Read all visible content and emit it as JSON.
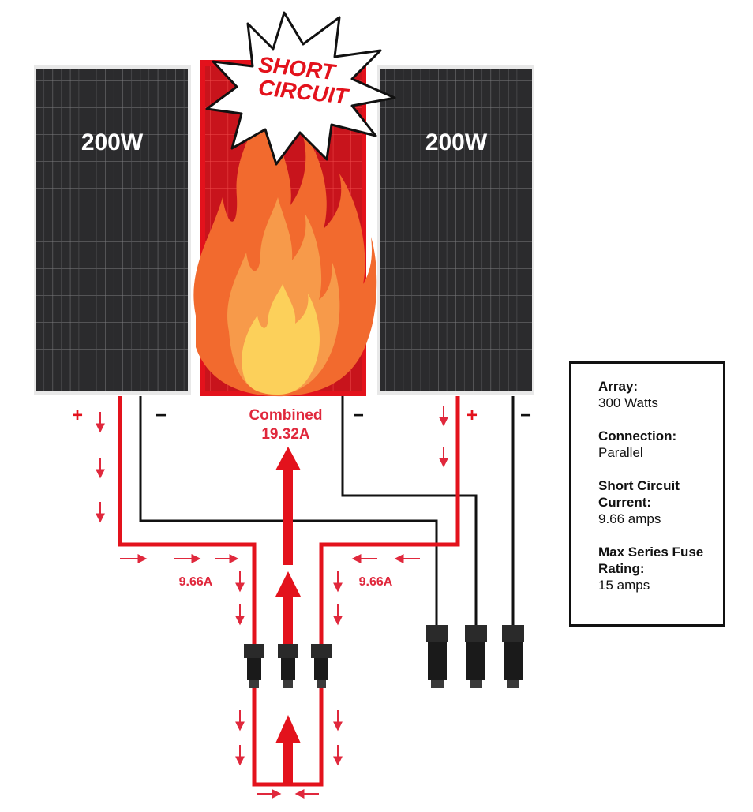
{
  "panels": {
    "left_label": "200W",
    "right_label": "200W",
    "burst_line1": "SHORT",
    "burst_line2": "CIRCUIT"
  },
  "wiring": {
    "plus": "+",
    "minus": "−",
    "combined_label": "Combined",
    "combined_value": "19.32A",
    "branch_left": "9.66A",
    "branch_right": "9.66A"
  },
  "info": {
    "items": [
      {
        "label": "Array:",
        "value": "300 Watts"
      },
      {
        "label": "Connection:",
        "value": "Parallel"
      },
      {
        "label": "Short Circuit Current:",
        "value": "9.66 amps"
      },
      {
        "label": "Max Series Fuse Rating:",
        "value": "15 amps"
      }
    ]
  },
  "colors": {
    "accent_red": "#e3121c",
    "label_red": "#e0283c",
    "panel_dark": "#2a2a2a",
    "flame_orange": "#f26a2e",
    "flame_yellow": "#fcd05a"
  }
}
